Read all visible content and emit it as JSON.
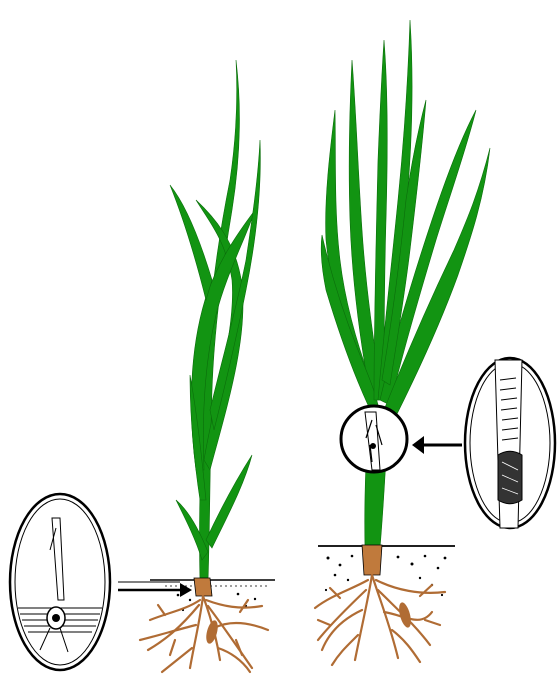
{
  "colors": {
    "leaf": "#129412",
    "leaf_dark": "#0b6e0b",
    "stem_base": "#c07a3c",
    "root": "#b06c34",
    "outline": "#000000",
    "soil_dots": "#000000",
    "inset_fill": "#ffffff"
  },
  "figure": {
    "plants": 2,
    "insets": 3,
    "arrows": 2
  }
}
